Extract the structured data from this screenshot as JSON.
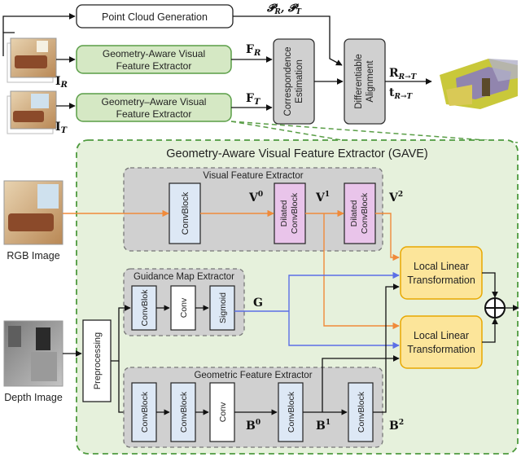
{
  "top": {
    "point_cloud_generation": "Point Cloud Generation",
    "pointcloud_symbol": "𝓟_R, 𝓟_T",
    "gave_top_1": [
      "Geometry-Aware Visual",
      "Feature Extractor"
    ],
    "gave_top_2": [
      "Geometry–Aware Visual",
      "Feature Extractor"
    ],
    "feature_R": "F_R",
    "feature_T": "F_T",
    "correspondence": [
      "Correspondence",
      "Estimation"
    ],
    "alignment": [
      "Differentiable",
      "Alignment"
    ],
    "rotation": "R_R→T",
    "translation": "t_R→T",
    "image_R": "I_R",
    "image_T": "I_T"
  },
  "gave": {
    "title": "Geometry-Aware Visual Feature Extractor (GAVE)",
    "visual_extractor": {
      "title": "Visual Feature Extractor",
      "convblock": "ConvBlock",
      "dilated_1": [
        "Dilated",
        "ConvBlock"
      ],
      "dilated_2": [
        "Dilated",
        "ConvBlock"
      ],
      "v0": "V0",
      "v1": "V1",
      "v2": "V2"
    },
    "guidance_extractor": {
      "title": "Guidance Map Extractor",
      "convblock": "ConvBlok",
      "conv": "Conv",
      "sigmoid": "Sigmoid",
      "g": "G"
    },
    "geometric_extractor": {
      "title": "Geometric Feature Extractor",
      "convblock_1": "ConvBlock",
      "convblock_2": "ConvBlock",
      "conv": "Conv",
      "convblock_3": "ConvBlock",
      "convblock_4": "ConvBlock",
      "b0": "B0",
      "b1": "B1",
      "b2": "B2"
    },
    "preprocessing": "Preprocessing",
    "llt_1": [
      "Local Linear",
      "Transformation"
    ],
    "llt_2": [
      "Local Linear",
      "Transformation"
    ],
    "sum_symbol": "⊕"
  },
  "inputs": {
    "rgb_label": "RGB Image",
    "depth_label": "Depth Image"
  },
  "colors": {
    "green_fill": "#d5e8c4",
    "green_stroke": "#5a9e47",
    "blue_fill": "#dde8f5",
    "pink_fill": "#e9c4ea",
    "yellow_fill": "#fce59a",
    "yellow_stroke": "#e8a800",
    "gray_fill": "#d0d0d0",
    "orange_arrow": "#f08a3a",
    "blue_arrow": "#5b6fe6",
    "gave_border": "#4e9a3e"
  }
}
